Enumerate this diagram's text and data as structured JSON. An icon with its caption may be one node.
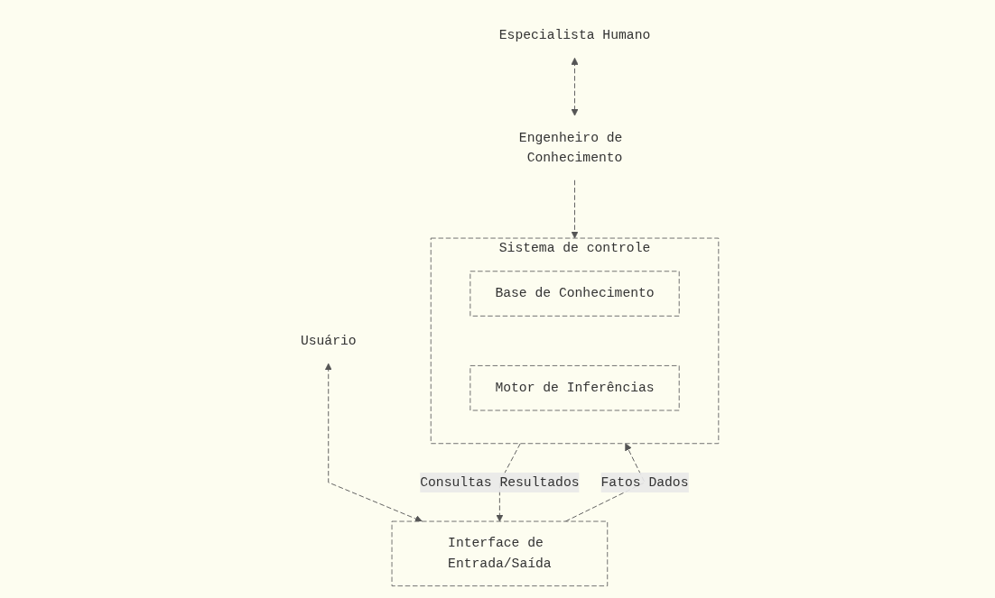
{
  "diagram": {
    "nodes": [
      {
        "text": [
          "Usuário"
        ]
      },
      {
        "text": [
          "Interface de Entrada/Saída"
        ]
      },
      {
        "text": [
          "Especialista Humano"
        ]
      },
      {
        "text": [
          "Engenheiro de Conhecimento"
        ]
      },
      {
        "text": [
          "Sistema de controle"
        ]
      },
      {
        "text": [
          "Base de Conhecimento"
        ],
        "in": 4
      },
      {
        "text": [
          "Motor de Inferências"
        ],
        "in": 4
      }
    ],
    "edges": [
      {
        "from": 0,
        "to": 1,
        "arrow": "both"
      },
      {
        "from": 2,
        "to": 3,
        "arrow": "both"
      },
      {
        "from": 4,
        "to": 1,
        "arrow": "to",
        "label": "Consultas Resultados"
      },
      {
        "from": 1,
        "to": 4,
        "arrow": "to",
        "label": "Fatos Dados"
      },
      {
        "from": 3,
        "to": 4,
        "arrow": "to"
      }
    ]
  }
}
